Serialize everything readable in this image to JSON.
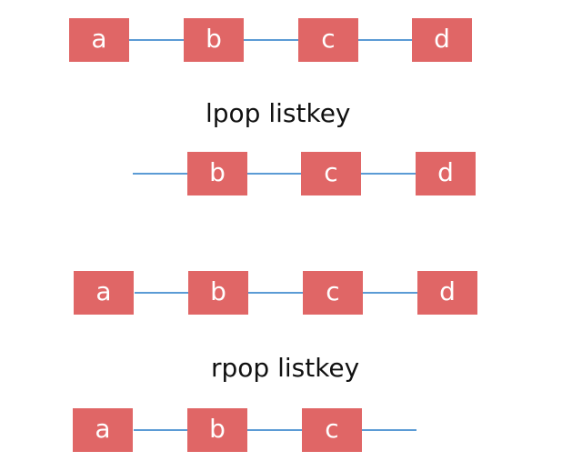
{
  "colors": {
    "node_fill": "#E06666",
    "node_text": "#FFFFFF",
    "link": "#5B9BD5",
    "text": "#111111"
  },
  "rows": [
    {
      "nodes": [
        "a",
        "b",
        "c",
        "d"
      ]
    },
    {
      "caption": "lpop listkey",
      "nodes": [
        "b",
        "c",
        "d"
      ]
    },
    {
      "nodes": [
        "a",
        "b",
        "c",
        "d"
      ]
    },
    {
      "caption": "rpop listkey",
      "nodes": [
        "a",
        "b",
        "c"
      ]
    }
  ]
}
